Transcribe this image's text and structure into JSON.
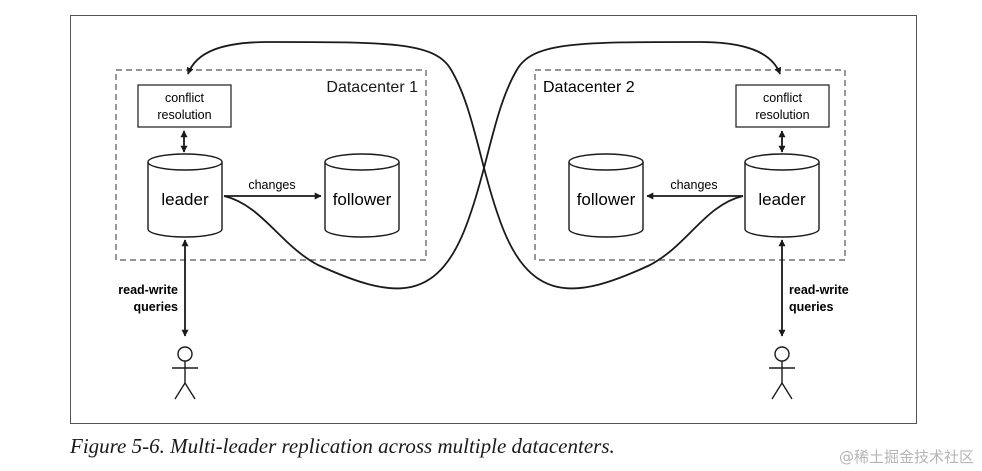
{
  "datacenter_1": {
    "title": "Datacenter 1",
    "conflict_line1": "conflict",
    "conflict_line2": "resolution",
    "leader": "leader",
    "follower": "follower",
    "changes": "changes",
    "queries_line1": "read-write",
    "queries_line2": "queries"
  },
  "datacenter_2": {
    "title": "Datacenter 2",
    "conflict_line1": "conflict",
    "conflict_line2": "resolution",
    "leader": "leader",
    "follower": "follower",
    "changes": "changes",
    "queries_line1": "read-write",
    "queries_line2": "queries"
  },
  "caption": "Figure 5-6. Multi-leader replication across multiple datacenters.",
  "watermark": "@稀土掘金技术社区"
}
